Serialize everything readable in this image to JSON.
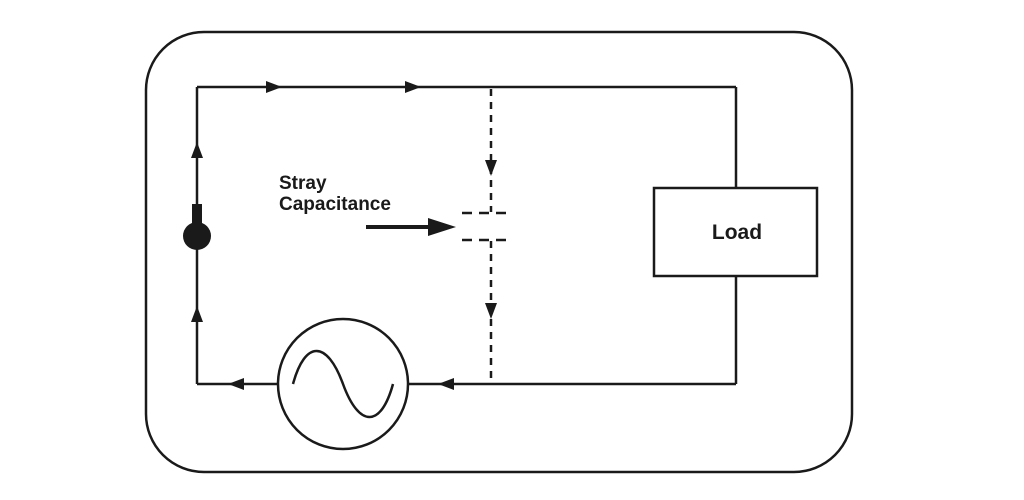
{
  "diagram": {
    "stray_label_line1": "Stray",
    "stray_label_line2": "Capacitance",
    "load_label": "Load"
  },
  "colors": {
    "stroke": "#1a1a1a",
    "background": "#ffffff"
  },
  "icons": {
    "source": "ac-source-icon",
    "sensor": "probe-icon"
  }
}
